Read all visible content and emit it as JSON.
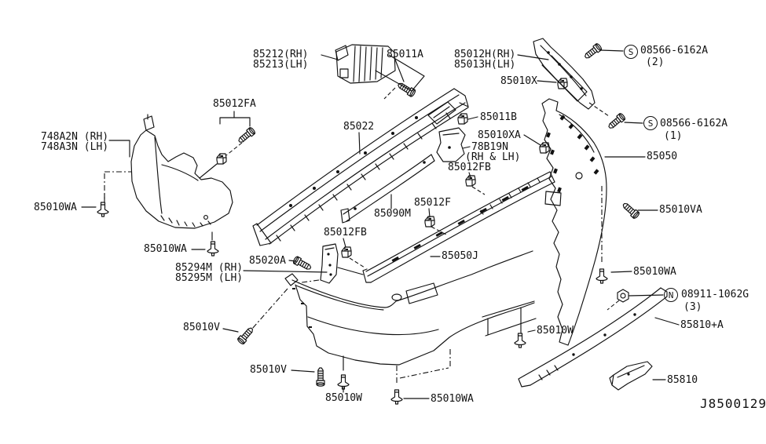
{
  "diagram": {
    "code": "J8500129",
    "colors": {
      "ink": "#111111",
      "background": "#ffffff"
    },
    "callouts": {
      "energy_absorber_side": {
        "line1": "85212(RH)",
        "line2": "85213(LH)"
      },
      "bolt_85011a": "85011A",
      "bumper_side_bracket": {
        "line1": "85012H(RH)",
        "line2": "85013H(LH)"
      },
      "screw_upper": {
        "symbol": "S",
        "code": "08566-6162A",
        "qty": "(2)"
      },
      "screw_lower": {
        "symbol": "S",
        "code": "08566-6162A",
        "qty": "(1)"
      },
      "clip_85010x": "85010X",
      "clip_85011b": "85011B",
      "clip_85010xa": "85010XA",
      "side_spacer": {
        "line1": "78B19N",
        "line2": "(RH & LH)"
      },
      "clip_85012fb_upper": "85012FB",
      "clip_85012fb_lower": "85012FB",
      "clip_85012f": "85012F",
      "bolt_85012fa": "85012FA",
      "bumper_reinforcement": "85022",
      "rear_fender_protector": {
        "line1": "748A2N (RH)",
        "line2": "748A3N (LH)"
      },
      "bolt_85010wa_left": "85010WA",
      "bolt_85010wa_mid": "85010WA",
      "bolt_85010wa_right": "85010WA",
      "bolt_85010wa_bottom": "85010WA",
      "bumper_fascia": "85050",
      "bolt_85010va": "85010VA",
      "bumper_absorber": "85090M",
      "side_bracket_lower": {
        "line1": "85294M (RH)",
        "line2": "85295M (LH)"
      },
      "bolt_85020a": "85020A",
      "bumper_retainer": "85050J",
      "nut": {
        "symbol": "N",
        "code": "08911-1062G",
        "qty": "(3)"
      },
      "finisher_upper": "85810+A",
      "finisher_lower": "85810",
      "bolt_85010w_right": "85010W",
      "bolt_85010w_bottom": "85010W",
      "bolt_85010v_upper": "85010V",
      "bolt_85010v_lower": "85010V"
    }
  }
}
